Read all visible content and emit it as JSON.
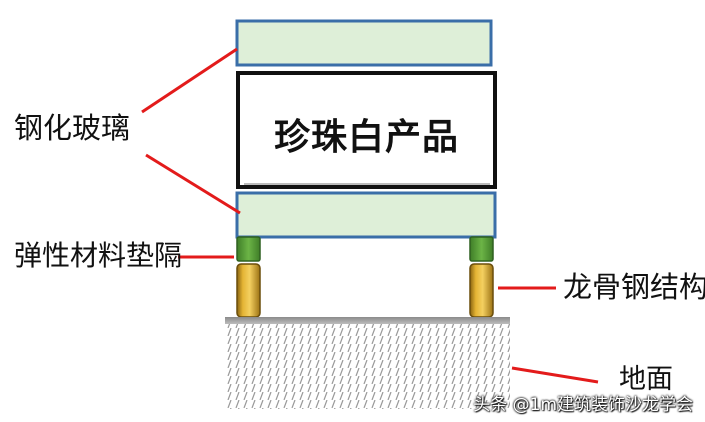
{
  "labels": {
    "tempered_glass": "钢化玻璃",
    "product": "珍珠白产品",
    "elastic_pad": "弹性材料垫隔",
    "keel": "龙骨钢结构",
    "floor": "地面"
  },
  "watermark": "头条 @1m建筑装饰沙龙学会",
  "colors": {
    "glass_fill": "#deefd8",
    "glass_stroke": "#3a6ea8",
    "pointer_line": "#e31b1b",
    "pad_green": "#5a9e3a",
    "keel_gold": "#d8a525"
  }
}
